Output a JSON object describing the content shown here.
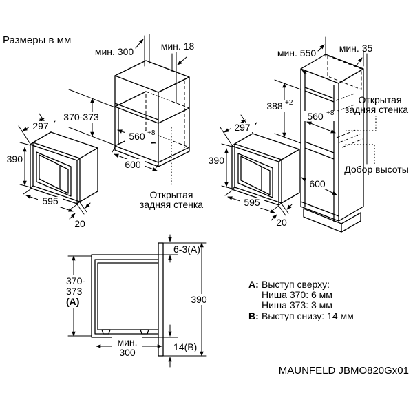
{
  "title": "Размеры в мм",
  "colors": {
    "line": "#000000",
    "bg": "#ffffff"
  },
  "mw_left": {
    "depth": "297",
    "height": "390",
    "width": "595",
    "door_gap": "20"
  },
  "mw_right": {
    "depth": "297",
    "height": "390",
    "width": "595",
    "door_gap": "20"
  },
  "cab_wall": {
    "min_depth": "мин. 300",
    "min_back_gap": "мин. 18",
    "niche_height": "370-373",
    "niche_width": "560",
    "niche_width_tol": "+8",
    "front_width": "600",
    "open_back_line1": "Открытая",
    "open_back_line2": "задняя стенка"
  },
  "cab_column": {
    "min_depth": "мин. 550",
    "min_back_gap": "мин. 35",
    "niche_height": "388",
    "niche_height_tol": "+2",
    "niche_width": "560",
    "niche_width_tol": "+8",
    "depth": "600",
    "open_back_line1": "Открытая",
    "open_back_line2": "задняя стенка",
    "height_filler": "Добор высоты"
  },
  "section": {
    "top_protrusion": "6-3(A)",
    "niche_height_line1": "370-",
    "niche_height_line2": "373",
    "niche_height_line3": "(A)",
    "front_height": "390",
    "min_depth_line1": "мин.",
    "min_depth_line2": "300",
    "bottom_protrusion": "14(B)"
  },
  "notes": {
    "a_key": "A:",
    "a_title": "Выступ сверху:",
    "a_item1": "Ниша 370: 6 мм",
    "a_item2": "Ниша 373: 3 мм",
    "b_key": "B:",
    "b_text": "Выступ снизу: 14 мм"
  },
  "footer": {
    "model": "MAUNFELD JBMO820Gx01"
  }
}
